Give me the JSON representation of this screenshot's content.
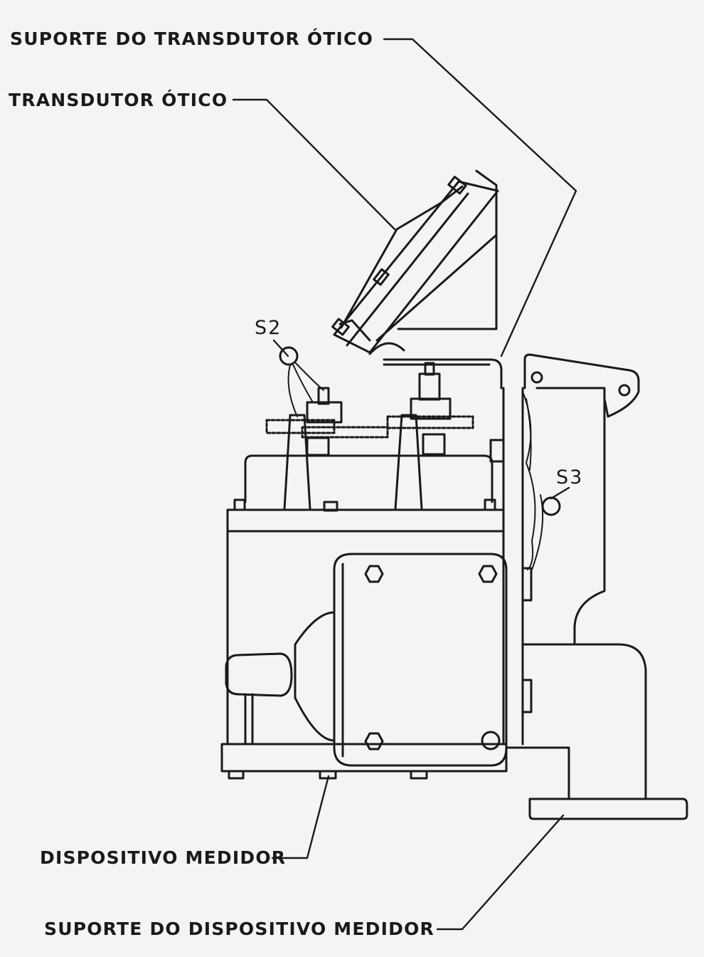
{
  "labels": {
    "optical_transducer_support": "SUPORTE DO TRANSDUTOR ÓTICO",
    "optical_transducer": "TRANSDUTOR ÓTICO",
    "measuring_device": "DISPOSITIVO MEDIDOR",
    "measuring_device_support": "SUPORTE DO DISPOSITIVO MEDIDOR"
  },
  "sensors": {
    "s2": "S2",
    "s3": "S3"
  },
  "colors": {
    "ink": "#1a1a1a",
    "paper": "#f4f4f2"
  }
}
